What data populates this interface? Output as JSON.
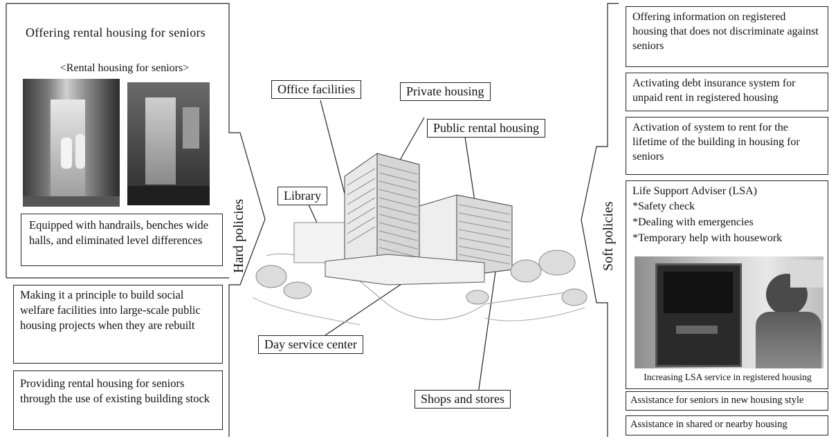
{
  "hard": {
    "side_label": "Hard policies",
    "rental_box": {
      "title": "Offering rental housing for seniors",
      "subtitle": "<Rental housing for seniors>",
      "equipped": "Equipped with handrails, benches wide halls, and eliminated level differences"
    },
    "welfare": "Making it a principle to build social welfare facilities into large-scale public housing projects when they are rebuilt",
    "existing": "Providing rental housing for seniors through the use of existing building stock"
  },
  "soft": {
    "side_label": "Soft policies",
    "info": "Offering information on registered housing that does not discriminate against seniors",
    "debt": "Activating debt insurance system for unpaid rent in registered housing",
    "lifetime": "Activation of system to rent for the lifetime of the building in housing for seniors",
    "lsa": {
      "title": "Life Support Adviser (LSA)",
      "items": [
        "*Safety check",
        "*Dealing with emergencies",
        "*Temporary help with housework"
      ],
      "caption": "Increasing LSA service in registered housing"
    },
    "new_style": "Assistance for seniors in new housing style",
    "shared": "Assistance in shared or nearby housing"
  },
  "center_labels": {
    "office": "Office facilities",
    "private": "Private housing",
    "public_rental": "Public rental housing",
    "library": "Library",
    "day_service": "Day service center",
    "shops": "Shops and stores"
  }
}
